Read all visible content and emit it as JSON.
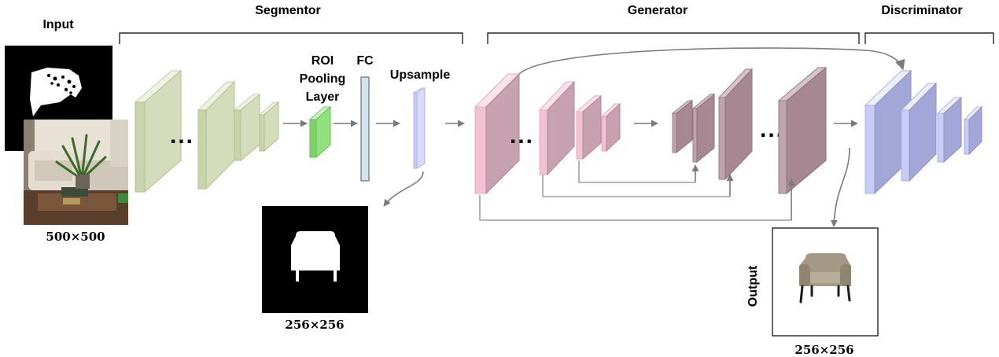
{
  "labels": {
    "input": "Input",
    "segmentor": "Segmentor",
    "generator": "Generator",
    "discriminator": "Discriminator",
    "roi_line1": "ROI",
    "roi_line2": "Pooling",
    "roi_line3": "Layer",
    "fc": "FC",
    "upsample": "Upsample",
    "output": "Output",
    "input_size": "500×500",
    "mask_size": "256×256",
    "output_size": "256×256",
    "ellipsis": "..."
  },
  "colors": {
    "segmentor_layer": "#d3dcbb",
    "roi_layer": "#90e27f",
    "fc_layer": "#d4e2ed",
    "upsample_layer": "#d9dcf8",
    "generator_encoder": "#c8a1b1",
    "generator_encoder_side": "#f2c2d0",
    "generator_decoder": "#a78892",
    "discriminator_layer": "#a3a7d8",
    "discriminator_side": "#c8cdf6",
    "arrow": "#7a7a7a"
  }
}
